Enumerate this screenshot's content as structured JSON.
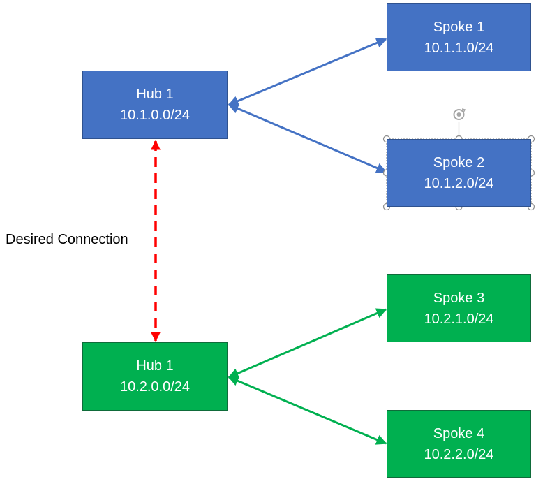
{
  "nodes": {
    "hub_blue": {
      "name": "Hub 1",
      "cidr": "10.1.0.0/24"
    },
    "spoke_1": {
      "name": "Spoke 1",
      "cidr": "10.1.1.0/24"
    },
    "spoke_2": {
      "name": "Spoke 2",
      "cidr": "10.1.2.0/24"
    },
    "hub_green": {
      "name": "Hub 1",
      "cidr": "10.2.0.0/24"
    },
    "spoke_3": {
      "name": "Spoke 3",
      "cidr": "10.2.1.0/24"
    },
    "spoke_4": {
      "name": "Spoke 4",
      "cidr": "10.2.2.0/24"
    }
  },
  "connection_label": "Desired Connection",
  "colors": {
    "blue_fill": "#4472c4",
    "blue_line": "#4472c4",
    "green_fill": "#00b050",
    "green_line": "#00b050",
    "desired_line": "#ff0000",
    "selection_handle": "#a6a6a6"
  }
}
